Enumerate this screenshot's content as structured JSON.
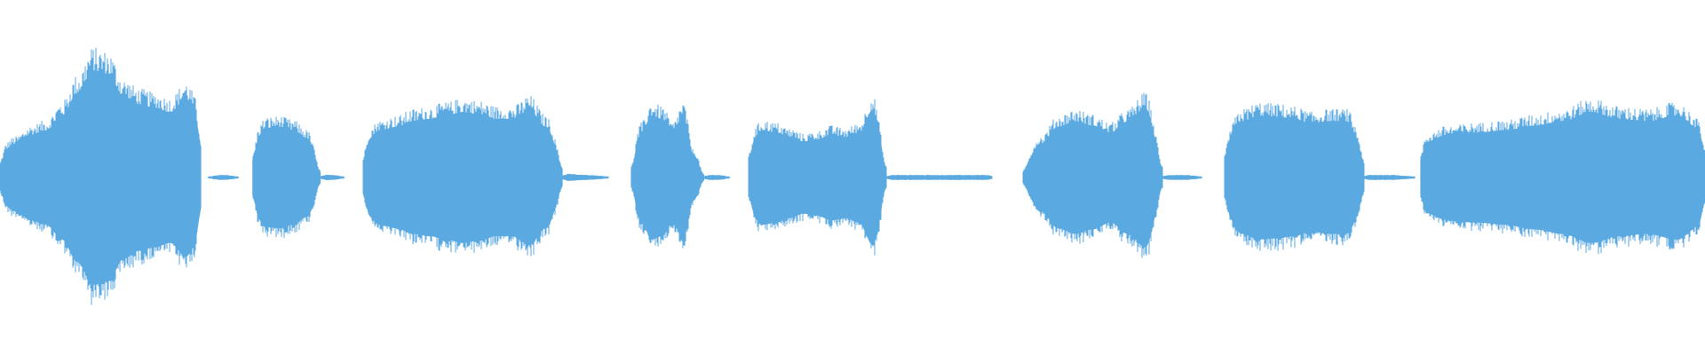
{
  "waveform": {
    "color": "#5aa9e0",
    "background": "#ffffff",
    "segments": [
      {
        "start": 0.0,
        "end": 0.118,
        "levels": [
          0.22,
          0.3,
          0.38,
          0.42,
          0.55,
          0.75,
          0.95,
          0.92,
          0.72,
          0.65,
          0.62,
          0.58,
          0.7,
          0.52
        ]
      },
      {
        "start": 0.122,
        "end": 0.14,
        "levels": [
          0.01,
          0.02,
          0.01
        ]
      },
      {
        "start": 0.148,
        "end": 0.188,
        "levels": [
          0.3,
          0.44,
          0.45,
          0.42,
          0.35,
          0.1
        ]
      },
      {
        "start": 0.188,
        "end": 0.202,
        "levels": [
          0.02,
          0.02,
          0.01
        ]
      },
      {
        "start": 0.213,
        "end": 0.33,
        "levels": [
          0.3,
          0.42,
          0.45,
          0.5,
          0.52,
          0.55,
          0.58,
          0.56,
          0.52,
          0.52,
          0.6,
          0.45,
          0.15
        ]
      },
      {
        "start": 0.33,
        "end": 0.357,
        "levels": [
          0.03,
          0.02,
          0.01
        ]
      },
      {
        "start": 0.37,
        "end": 0.413,
        "levels": [
          0.15,
          0.4,
          0.55,
          0.52,
          0.4,
          0.55,
          0.2,
          0.05
        ]
      },
      {
        "start": 0.413,
        "end": 0.428,
        "levels": [
          0.02,
          0.02,
          0.01
        ]
      },
      {
        "start": 0.439,
        "end": 0.52,
        "levels": [
          0.3,
          0.42,
          0.4,
          0.36,
          0.32,
          0.34,
          0.38,
          0.36,
          0.4,
          0.6,
          0.15
        ]
      },
      {
        "start": 0.52,
        "end": 0.582,
        "levels": [
          0.02,
          0.02,
          0.02,
          0.02
        ]
      },
      {
        "start": 0.6,
        "end": 0.682,
        "levels": [
          0.1,
          0.3,
          0.45,
          0.5,
          0.46,
          0.4,
          0.5,
          0.62,
          0.15
        ]
      },
      {
        "start": 0.682,
        "end": 0.705,
        "levels": [
          0.02,
          0.02,
          0.01
        ]
      },
      {
        "start": 0.718,
        "end": 0.8,
        "levels": [
          0.3,
          0.5,
          0.55,
          0.54,
          0.52,
          0.48,
          0.5,
          0.5,
          0.25
        ]
      },
      {
        "start": 0.8,
        "end": 0.83,
        "levels": [
          0.02,
          0.02,
          0.01
        ]
      },
      {
        "start": 0.833,
        "end": 1.0,
        "levels": [
          0.3,
          0.38,
          0.4,
          0.42,
          0.46,
          0.5,
          0.58,
          0.52,
          0.5,
          0.55,
          0.4
        ]
      }
    ]
  }
}
